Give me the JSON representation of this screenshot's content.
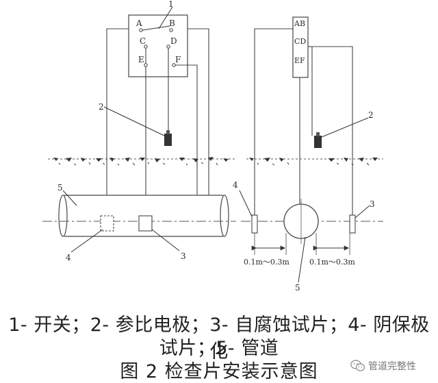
{
  "switch_box_left": {
    "labels": [
      "A",
      "B",
      "C",
      "D",
      "E",
      "F"
    ]
  },
  "switch_box_right": {
    "labels": [
      "AB",
      "CD",
      "EF"
    ]
  },
  "callouts": {
    "switch": "1",
    "reference_left": "2",
    "reference_right": "2",
    "natural_coupon_left": "3",
    "natural_coupon_right": "3",
    "cp_coupon_left": "4",
    "cp_coupon_right": "4",
    "pipe_left": "5",
    "pipe_right": "5"
  },
  "dimensions": {
    "left_gap": "0.1m～0.3m",
    "right_gap": "0.1m～0.3m"
  },
  "legend": {
    "line1": "1- 开关；2- 参比电极；3- 自腐蚀试片；4- 阴保极化",
    "line2": "试片；5- 管道"
  },
  "figure_title": "图 2  检查片安装示意图",
  "watermark": {
    "text": "管道完整性",
    "icon": "wechat-icon"
  }
}
